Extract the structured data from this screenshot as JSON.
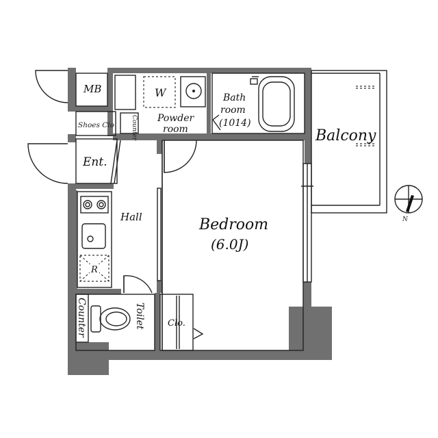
{
  "rooms": {
    "mb": "MB",
    "w": "W",
    "powder_room_line1": "Powder",
    "powder_room_line2": "room",
    "bath_room_line1": "Bath",
    "bath_room_line2": "room",
    "bath_size": "(1014)",
    "balcony": "Balcony",
    "shoes_clo": "Shoes Clo",
    "counter_small": "Counter",
    "entrance": "Ent.",
    "hall": "Hall",
    "bedroom": "Bedroom",
    "bedroom_size": "(6.0J)",
    "refrigerator": "R",
    "counter": "Counter",
    "toilet": "Toilet",
    "closet": "Clo."
  },
  "compass": {
    "label": "N"
  },
  "colors": {
    "wall": "#707070",
    "line": "#222222",
    "background": "#ffffff"
  }
}
